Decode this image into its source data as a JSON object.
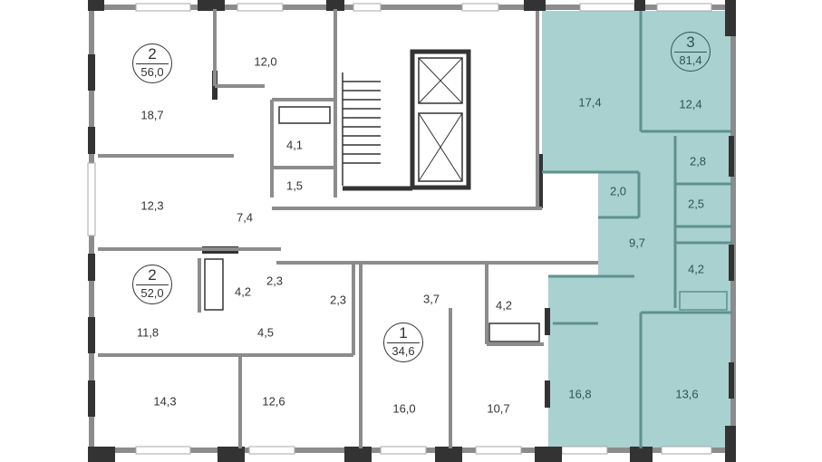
{
  "colors": {
    "highlight_fill": "#a9d1cf",
    "highlight_wall": "#5e918f",
    "wall": "#8c8c8c",
    "pillar": "#333333"
  },
  "apartments": [
    {
      "rooms": "2",
      "area": "56,0"
    },
    {
      "rooms": "2",
      "area": "52,0"
    },
    {
      "rooms": "1",
      "area": "34,6"
    },
    {
      "rooms": "3",
      "area": "81,4",
      "highlighted": true
    }
  ],
  "rooms": {
    "a1": [
      "12,0",
      "18,7",
      "4,1",
      "1,5",
      "12,3",
      "7,4"
    ],
    "a2": [
      "11,8",
      "4,2",
      "2,3",
      "2,3",
      "4,5",
      "14,3",
      "12,6"
    ],
    "a3": [
      "3,7",
      "4,2",
      "16,0",
      "10,7"
    ],
    "a4": [
      "17,4",
      "12,4",
      "2,8",
      "2,0",
      "2,5",
      "9,7",
      "4,2",
      "16,8",
      "13,6"
    ]
  }
}
